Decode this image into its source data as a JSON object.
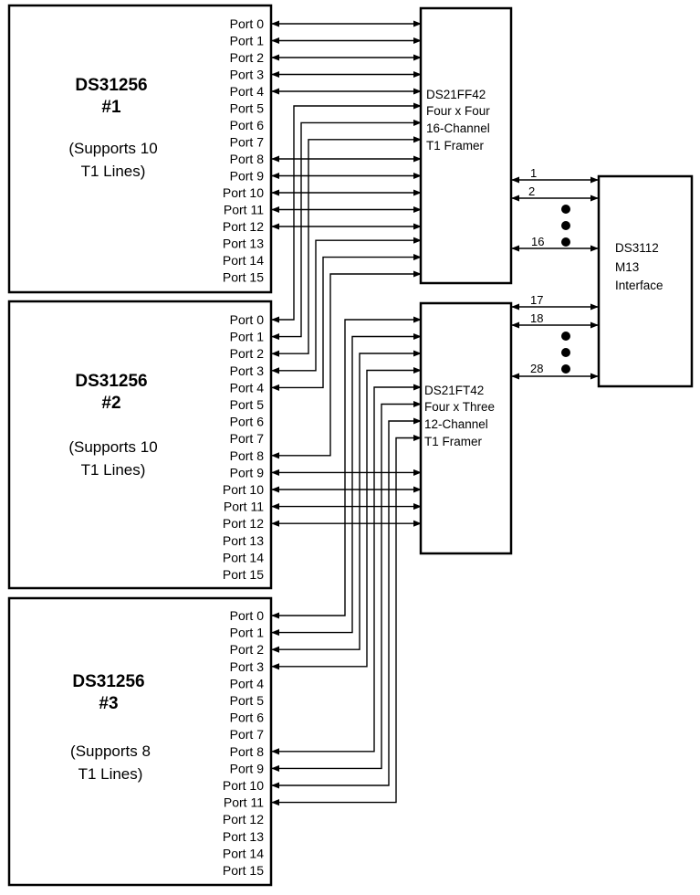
{
  "ds31256_chips": [
    {
      "name": "DS31256",
      "number": "#1",
      "support_line1": "(Supports 10",
      "support_line2": "T1 Lines)",
      "ports": [
        "Port 0",
        "Port 1",
        "Port 2",
        "Port 3",
        "Port 4",
        "Port 5",
        "Port 6",
        "Port 7",
        "Port 8",
        "Port 9",
        "Port 10",
        "Port 11",
        "Port 12",
        "Port 13",
        "Port 14",
        "Port 15"
      ]
    },
    {
      "name": "DS31256",
      "number": "#2",
      "support_line1": "(Supports 10",
      "support_line2": "T1 Lines)",
      "ports": [
        "Port 0",
        "Port 1",
        "Port 2",
        "Port 3",
        "Port 4",
        "Port 5",
        "Port 6",
        "Port 7",
        "Port 8",
        "Port 9",
        "Port 10",
        "Port 11",
        "Port 12",
        "Port 13",
        "Port 14",
        "Port 15"
      ]
    },
    {
      "name": "DS31256",
      "number": "#3",
      "support_line1": "(Supports 8",
      "support_line2": "T1 Lines)",
      "ports": [
        "Port 0",
        "Port 1",
        "Port 2",
        "Port 3",
        "Port 4",
        "Port 5",
        "Port 6",
        "Port 7",
        "Port 8",
        "Port 9",
        "Port 10",
        "Port 11",
        "Port 12",
        "Port 13",
        "Port 14",
        "Port 15"
      ]
    }
  ],
  "framer_ff": {
    "line1": "DS21FF42",
    "line2": "Four x Four",
    "line3": "16-Channel",
    "line4": "T1 Framer"
  },
  "framer_ft": {
    "line1": "DS21FT42",
    "line2": "Four x Three",
    "line3": "12-Channel",
    "line4": "T1 Framer"
  },
  "m13": {
    "line1": "DS3112",
    "line2": "M13",
    "line3": "Interface"
  },
  "links_ff": [
    "1",
    "2",
    "16"
  ],
  "links_ft": [
    "17",
    "18",
    "28"
  ],
  "connections": {
    "chip1_to_ff": [
      {
        "port": 0,
        "slot": 0
      },
      {
        "port": 1,
        "slot": 1
      },
      {
        "port": 2,
        "slot": 2
      },
      {
        "port": 3,
        "slot": 3
      },
      {
        "port": 4,
        "slot": 4
      },
      {
        "port": 8,
        "slot": 8
      },
      {
        "port": 9,
        "slot": 9
      },
      {
        "port": 10,
        "slot": 10
      },
      {
        "port": 11,
        "slot": 11
      },
      {
        "port": 12,
        "slot": 12
      }
    ],
    "chip2_to_ff": [
      {
        "port": 0,
        "slot": 5
      },
      {
        "port": 1,
        "slot": 6
      },
      {
        "port": 2,
        "slot": 7
      },
      {
        "port": 3,
        "slot": 13
      },
      {
        "port": 4,
        "slot": 14
      },
      {
        "port": 8,
        "slot": 15
      }
    ],
    "chip2_to_ft": [
      {
        "port": 9,
        "slot": 9
      },
      {
        "port": 10,
        "slot": 10
      },
      {
        "port": 11,
        "slot": 11
      },
      {
        "port": 12,
        "slot": 12
      }
    ],
    "chip3_to_ft": [
      {
        "port": 0,
        "slot": 0
      },
      {
        "port": 1,
        "slot": 1
      },
      {
        "port": 2,
        "slot": 2
      },
      {
        "port": 3,
        "slot": 3
      },
      {
        "port": 8,
        "slot": 4
      },
      {
        "port": 9,
        "slot": 5
      },
      {
        "port": 10,
        "slot": 6
      },
      {
        "port": 11,
        "slot": 7
      }
    ]
  }
}
